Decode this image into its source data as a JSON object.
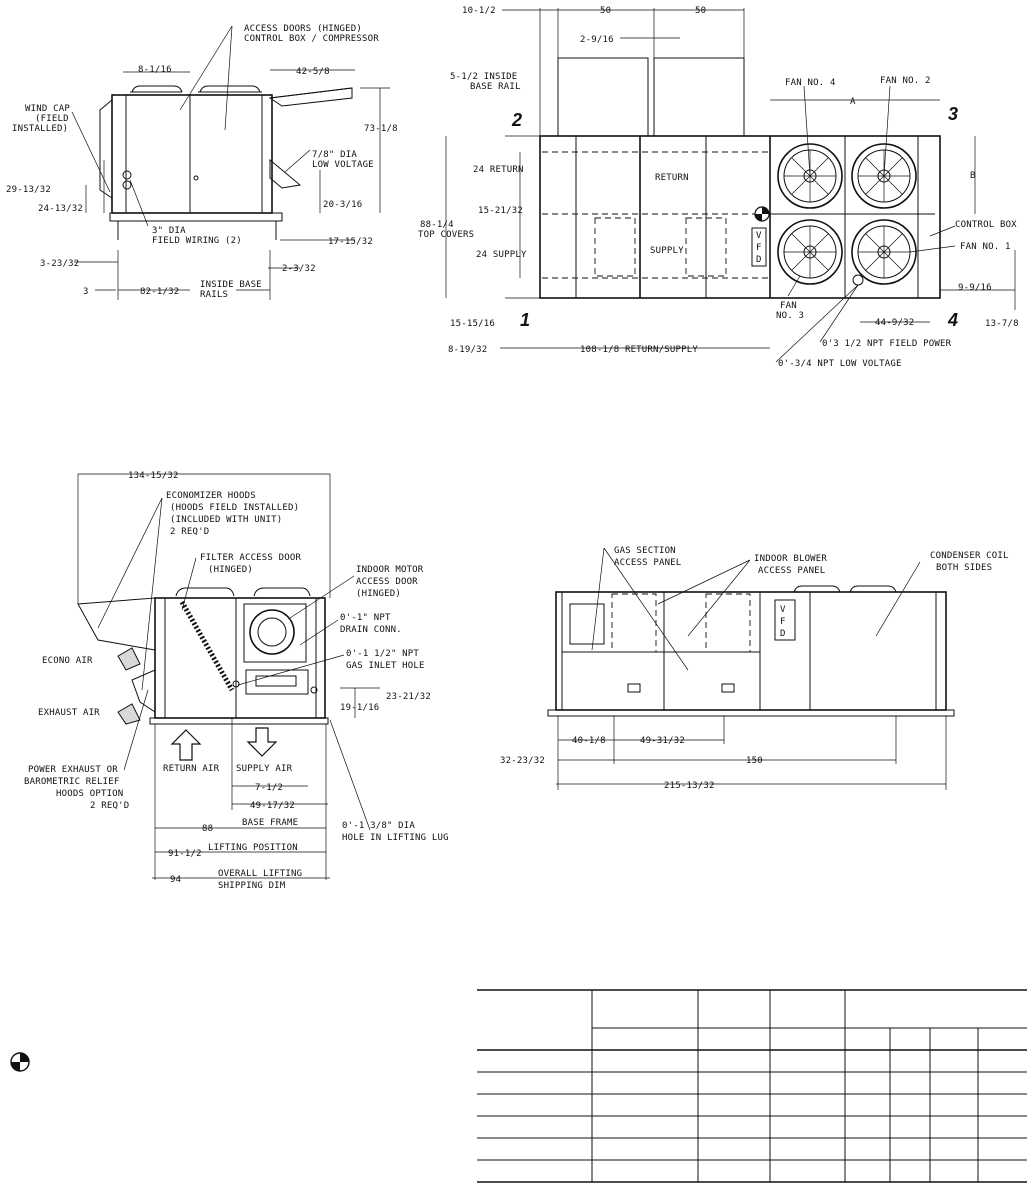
{
  "side_view": {
    "labels": {
      "access_doors": "ACCESS DOORS (HINGED)",
      "control_box_compressor": "CONTROL BOX / COMPRESSOR",
      "wind_cap_1": "WIND CAP",
      "wind_cap_2": "(FIELD",
      "wind_cap_3": "INSTALLED)",
      "low_voltage_1": "7/8\" DIA",
      "low_voltage_2": "LOW VOLTAGE",
      "field_wiring_1": "3\" DIA",
      "field_wiring_2": "FIELD WIRING (2)",
      "inside_base_1": "INSIDE BASE",
      "inside_base_2": "RAILS"
    },
    "dims": {
      "d_8_1_16": "8-1/16",
      "d_42_5_8": "42-5/8",
      "d_73_1_8": "73-1/8",
      "d_29_13_32": "29-13/32",
      "d_24_13_32": "24-13/32",
      "d_20_3_16": "20-3/16",
      "d_17_15_32": "17-15/32",
      "d_3_23_32": "3-23/32",
      "d_2_3_32": "2-3/32",
      "d_3": "3",
      "d_82_1_32": "82-1/32"
    }
  },
  "plan_view": {
    "labels": {
      "inside_base_rail_1": "5-1/2 INSIDE",
      "inside_base_rail_2": "BASE RAIL",
      "return_dim": "24 RETURN",
      "supply_dim": "24 SUPPLY",
      "top_covers_1": "88-1/4",
      "top_covers_2": "TOP COVERS",
      "return": "RETURN",
      "supply": "SUPPLY",
      "vfd_v": "V",
      "vfd_f": "F",
      "vfd_d": "D",
      "fan4": "FAN NO. 4",
      "fan2": "FAN NO. 2",
      "fan1": "FAN NO. 1",
      "fan3_1": "FAN",
      "fan3_2": "NO. 3",
      "control_box": "CONTROL BOX",
      "field_power": "0'3 1/2 NPT FIELD POWER",
      "low_voltage": "0'-3/4 NPT LOW VOLTAGE",
      "a": "A",
      "b": "B",
      "corner1": "1",
      "corner2": "2",
      "corner3": "3",
      "corner4": "4"
    },
    "dims": {
      "d_10_1_2": "10-1/2",
      "d_50a": "50",
      "d_50b": "50",
      "d_2_9_16": "2-9/16",
      "d_15_21_32": "15-21/32",
      "d_15_15_16": "15-15/16",
      "d_8_19_32": "8-19/32",
      "d_108": "108-1/8 RETURN/SUPPLY",
      "d_44_9_32": "44-9/32",
      "d_9_9_16": "9-9/16",
      "d_13_7_8": "13-7/8"
    }
  },
  "end_view": {
    "labels": {
      "econ_hoods_1": "ECONOMIZER HOODS",
      "econ_hoods_2": "(HOODS FIELD INSTALLED)",
      "econ_hoods_3": "(INCLUDED WITH UNIT)",
      "econ_hoods_4": "2 REQ'D",
      "filter_door_1": "FILTER ACCESS DOOR",
      "filter_door_2": "(HINGED)",
      "motor_door_1": "INDOOR MOTOR",
      "motor_door_2": "ACCESS DOOR",
      "motor_door_3": "(HINGED)",
      "drain_1": "0'-1\" NPT",
      "drain_2": "DRAIN CONN.",
      "gas_1": "0'-1 1/2\" NPT",
      "gas_2": "GAS INLET HOLE",
      "econo_air": "ECONO AIR",
      "exhaust_air": "EXHAUST AIR",
      "power_exhaust_1": "POWER EXHAUST OR",
      "power_exhaust_2": "BAROMETRIC RELIEF",
      "power_exhaust_3": "HOODS OPTION",
      "power_exhaust_4": "2 REQ'D",
      "return_air": "RETURN AIR",
      "supply_air": "SUPPLY AIR",
      "lug_1": "0'-1 3/8\" DIA",
      "lug_2": "HOLE IN LIFTING LUG",
      "base_frame": "BASE FRAME",
      "lifting_position": "LIFTING POSITION",
      "overall_1": "OVERALL LIFTING",
      "overall_2": "SHIPPING DIM"
    },
    "dims": {
      "d_134": "134-15/32",
      "d_23_21_32": "23-21/32",
      "d_19_1_16": "19-1/16",
      "d_7_1_2": "7-1/2",
      "d_49_17_32": "49-17/32",
      "d_88": "88",
      "d_91_1_2": "91-1/2",
      "d_94": "94"
    }
  },
  "front_view": {
    "labels": {
      "gas_section_1": "GAS SECTION",
      "gas_section_2": "ACCESS PANEL",
      "blower_1": "INDOOR BLOWER",
      "blower_2": "ACCESS PANEL",
      "condenser_1": "CONDENSER COIL",
      "condenser_2": "BOTH SIDES",
      "vfd_v": "V",
      "vfd_f": "F",
      "vfd_d": "D"
    },
    "dims": {
      "d_40_1_8": "40-1/8",
      "d_49_31_32": "49-31/32",
      "d_32_23_32": "32-23/32",
      "d_150": "150",
      "d_215": "215-13/32"
    }
  },
  "table": {
    "column_count": 9,
    "body_rows": 6
  },
  "symbols": {
    "center_of_gravity": "center-of-gravity-icon"
  }
}
